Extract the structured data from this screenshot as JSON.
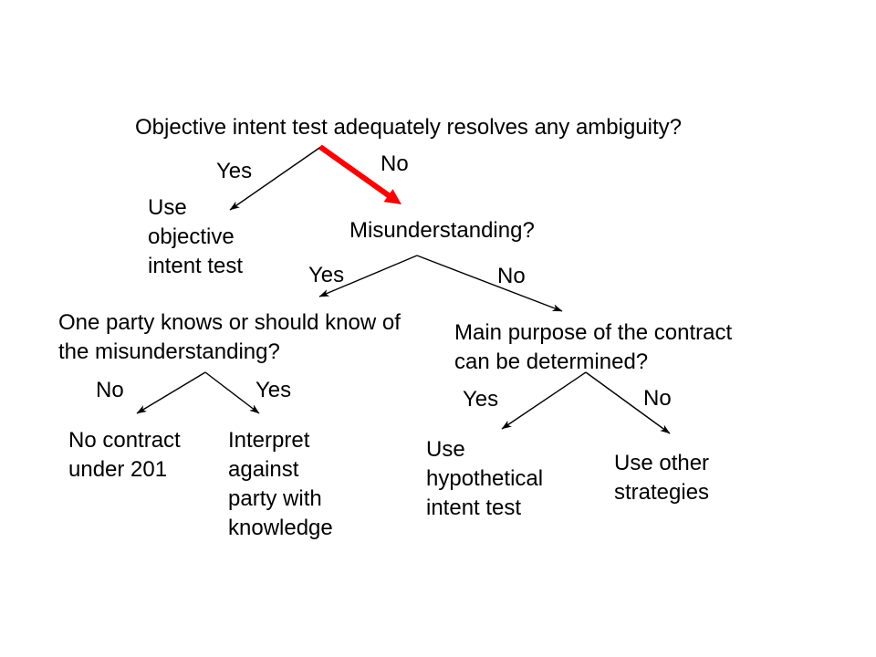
{
  "diagram": {
    "title": "Objective intent test adequately resolves any ambiguity?",
    "nodes": {
      "use_objective_intent_test": "Use\nobjective\nintent test",
      "misunderstanding": "Misunderstanding?",
      "one_party_knows": "One party knows or should know of\nthe misunderstanding?",
      "no_contract_under_201": "No contract\nunder 201",
      "interpret_against_party": "Interpret\nagainst\nparty with\nknowledge",
      "main_purpose": "Main purpose of the contract\ncan be determined?",
      "use_hypothetical_intent_test": "Use\nhypothetical\nintent test",
      "use_other_strategies": "Use other\nstrategies"
    },
    "edges": {
      "root_yes": "Yes",
      "root_no": "No",
      "misunderstanding_yes": "Yes",
      "misunderstanding_no": "No",
      "one_party_no": "No",
      "one_party_yes": "Yes",
      "main_purpose_yes": "Yes",
      "main_purpose_no": "No"
    },
    "colors": {
      "edge": "#000000",
      "highlighted_edge": "#ff0000",
      "text": "#000000",
      "background": "#ffffff"
    }
  }
}
